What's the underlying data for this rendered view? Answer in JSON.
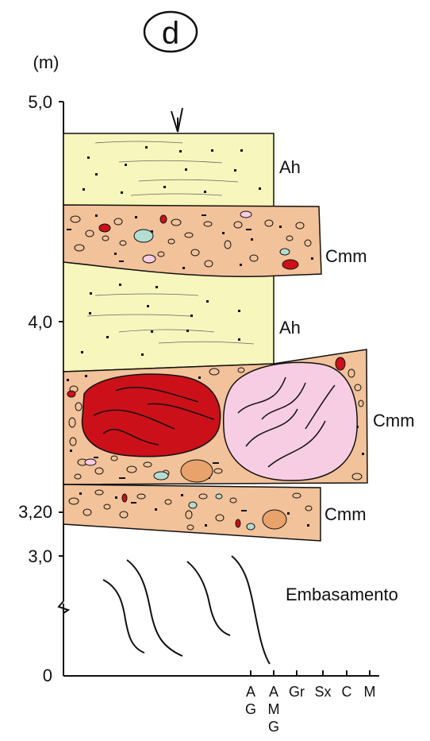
{
  "panel_label": "d",
  "y_unit": "(m)",
  "y_ticks": {
    "t50": "5,0",
    "t40": "4,0",
    "t320": "3,20",
    "t30": "3,0",
    "t0": "0"
  },
  "layers": {
    "ah_top": "Ah",
    "cmm_upper": "Cmm",
    "ah_middle": "Ah",
    "cmm_blocks": "Cmm",
    "cmm_lower": "Cmm",
    "basement": "Embasamento"
  },
  "grain_size_axis": {
    "ag_a": "A",
    "ag_g": "G",
    "amg_a": "A",
    "amg_m": "M",
    "amg_g": "G",
    "gr": "Gr",
    "sx": "Sx",
    "c": "C",
    "m": "M"
  },
  "colors": {
    "sand_yellow": "#f7f7bd",
    "conglomerate_tan": "#f2c29a",
    "clast_red": "#cc1019",
    "clast_pink": "#f7cde3",
    "clast_teal": "#b3ded1",
    "clast_orange": "#e8a26c"
  }
}
